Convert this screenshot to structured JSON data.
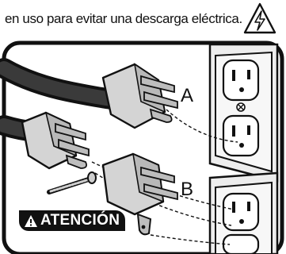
{
  "instruction_text": "en uso para evitar una descarga eléctrica.",
  "icons": {
    "warning": "electric-shock-warning-icon"
  },
  "labels": {
    "a": "A",
    "b": "B"
  },
  "caution_badge": {
    "text": "ATENCIÓN"
  },
  "colors": {
    "ink": "#111111",
    "plug": "#cfcfcf",
    "wall_plate": "#e6e6e6",
    "prong": "#bdbdbd"
  }
}
